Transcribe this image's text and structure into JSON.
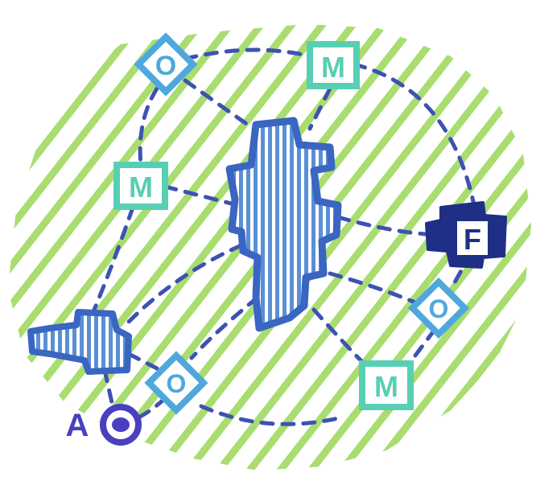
{
  "labels": {
    "m_top": "M",
    "m_left": "M",
    "m_bottom": "M",
    "o_top": "O",
    "o_right": "O",
    "o_bottom": "O",
    "f": "F",
    "a": "A"
  },
  "colors": {
    "background": "#ffffff",
    "hatch": "#a9dd6f",
    "dash": "#3d52b3",
    "central_fill": "#5a8fd6",
    "central_outline": "#3a66c2",
    "m_node": "#58cfb4",
    "o_node": "#4fa8dc",
    "f_node": "#1f2f86",
    "a_marker": "#4a3fbf"
  }
}
